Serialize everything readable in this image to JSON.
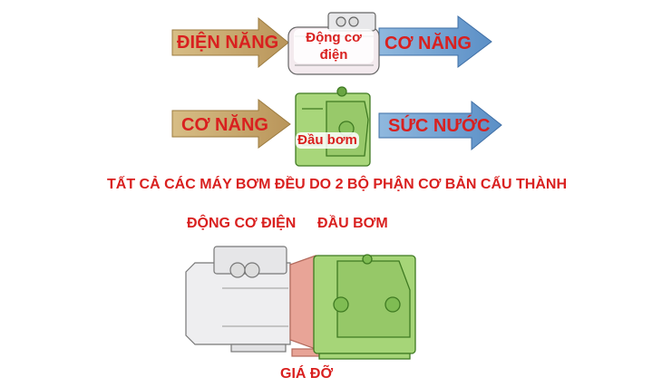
{
  "row1": {
    "input_label": "ĐIỆN NĂNG",
    "device_label": "Động cơ điện",
    "output_label": "CƠ NĂNG"
  },
  "row2": {
    "input_label": "CƠ NĂNG",
    "device_label": "Đầu bơm",
    "output_label": "SỨC NƯỚC"
  },
  "caption": "TẤT CẢ CÁC MÁY BƠM ĐỀU DO 2 BỘ PHẬN CƠ BẢN CẤU THÀNH",
  "assembly": {
    "motor_label": "ĐỘNG CƠ ĐIỆN",
    "pump_label": "ĐẦU BƠM",
    "bracket_label": "GIÁ ĐỠ"
  },
  "colors": {
    "arrow_input": "#c8a865",
    "arrow_output": "#6d9fd0",
    "label_red": "#d9201f",
    "motor_tint": "#f1e6ec",
    "pump_tint": "#9ccf6a",
    "bracket_tint": "#e49a8e"
  }
}
